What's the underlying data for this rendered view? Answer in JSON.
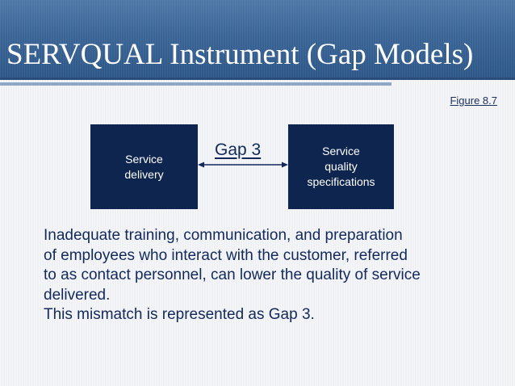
{
  "slide": {
    "title": "SERVQUAL Instrument (Gap Models)",
    "figure_ref": "Figure 8.7"
  },
  "diagram": {
    "left_box": "Service\ndelivery",
    "right_box": "Service\nquality\nspecifications",
    "gap_label": "Gap 3",
    "connector": "bidirectional-arrow"
  },
  "body": {
    "text": "Inadequate training, communication, and preparation\nof employees who interact with the customer, referred\nto as contact personnel, can lower the quality of service\ndelivered.\nThis mismatch is represented as Gap 3."
  },
  "colors": {
    "title_bar": "#3a6596",
    "box_fill": "#0e2550",
    "text": "#12295a",
    "background": "#eef0f3"
  }
}
